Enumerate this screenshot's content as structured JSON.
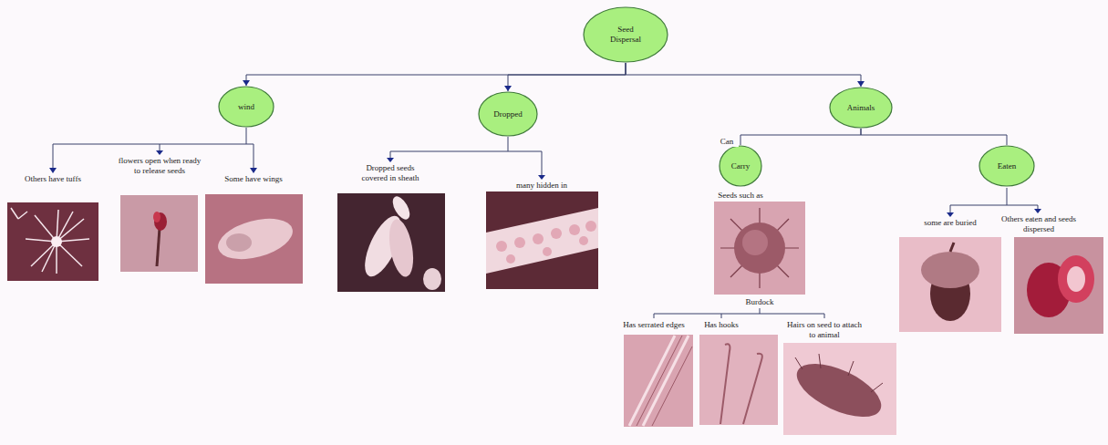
{
  "diagram": {
    "nodes": [
      {
        "text": [
          "Seed Dispersal"
        ]
      },
      {
        "text": [
          "wind"
        ]
      },
      {
        "text": [
          "Dropped"
        ]
      },
      {
        "text": [
          "Animals"
        ]
      },
      {
        "text": [
          "Carry"
        ]
      },
      {
        "text": [
          "Eaten"
        ]
      }
    ],
    "edges": [
      {
        "from": 0,
        "to": 1,
        "arrow": "to"
      },
      {
        "from": 0,
        "to": 2,
        "arrow": "to"
      },
      {
        "from": 0,
        "to": 3,
        "arrow": "to"
      },
      {
        "from": 3,
        "to": 4,
        "arrow": "none"
      },
      {
        "from": 3,
        "to": 5,
        "arrow": "none"
      }
    ],
    "labels": [
      "Others have tuffs",
      "flowers open when ready to release seeds",
      "Some have wings",
      "Dropped seeds covered in sheath",
      "many hidden in",
      "Can",
      "Seeds such as",
      "Burdock",
      "Has serrated edges",
      "Has hooks",
      "Hairs on seed to attach to animal",
      "some are buried",
      "Others eaten and seeds dispersed"
    ]
  }
}
